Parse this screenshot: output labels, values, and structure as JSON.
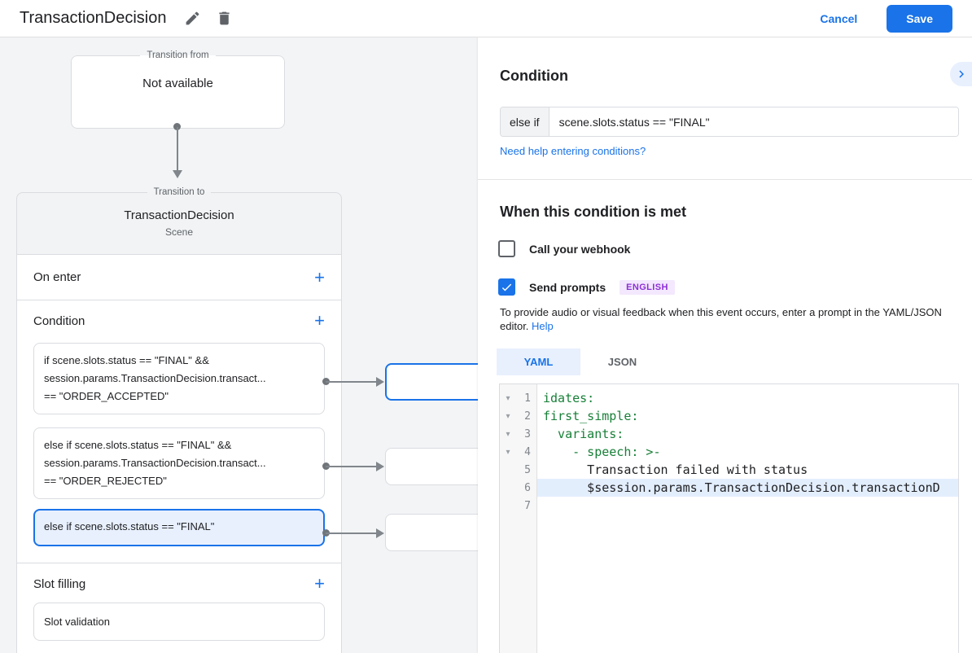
{
  "colors": {
    "accent_blue": "#1a73e8",
    "selected_bg": "#e8f0fe",
    "code_key_green": "#188038",
    "badge_bg": "#f3e8fd",
    "badge_text": "#8d2fd6"
  },
  "topbar": {
    "title": "TransactionDecision",
    "cancel_label": "Cancel",
    "save_label": "Save"
  },
  "diagram": {
    "transition_from": {
      "legend": "Transition from",
      "name": "Not available"
    },
    "transition_to": {
      "legend": "Transition to",
      "title": "TransactionDecision",
      "subtitle": "Scene",
      "sections": {
        "on_enter": "On enter",
        "condition": "Condition",
        "slot_filling": "Slot filling"
      },
      "conditions": [
        {
          "selected": false,
          "lines": [
            "if scene.slots.status == \"FINAL\" &&",
            "session.params.TransactionDecision.transact...",
            "== \"ORDER_ACCEPTED\""
          ]
        },
        {
          "selected": false,
          "lines": [
            "else if scene.slots.status == \"FINAL\" &&",
            "session.params.TransactionDecision.transact...",
            "== \"ORDER_REJECTED\""
          ]
        },
        {
          "selected": true,
          "lines": [
            "else if scene.slots.status == \"FINAL\""
          ]
        }
      ],
      "slot_card": "Slot validation"
    }
  },
  "panel": {
    "title": "Condition",
    "condition": {
      "prefix": "else if",
      "value": "scene.slots.status == \"FINAL\""
    },
    "help_link": "Need help entering conditions?",
    "when_met": {
      "heading": "When this condition is met",
      "webhook_label": "Call your webhook",
      "webhook_checked": false,
      "prompts_label": "Send prompts",
      "prompts_checked": true,
      "language_badge": "ENGLISH",
      "description": "To provide audio or visual feedback when this event occurs, enter a prompt in the YAML/JSON editor.",
      "help_label": "Help"
    },
    "editor": {
      "tabs": [
        {
          "label": "YAML",
          "active": true
        },
        {
          "label": "JSON",
          "active": false
        }
      ],
      "lines": [
        {
          "n": 1,
          "fold": true,
          "highlight": false,
          "kind": "key",
          "text": "idates:"
        },
        {
          "n": 2,
          "fold": true,
          "highlight": false,
          "kind": "key",
          "text": "first_simple:"
        },
        {
          "n": 3,
          "fold": true,
          "highlight": false,
          "kind": "key",
          "text": "  variants:"
        },
        {
          "n": 4,
          "fold": true,
          "highlight": false,
          "kind": "key",
          "text": "    - speech: >-"
        },
        {
          "n": 5,
          "fold": false,
          "highlight": false,
          "kind": "plain",
          "text": "      Transaction failed with status"
        },
        {
          "n": 6,
          "fold": false,
          "highlight": true,
          "kind": "plain",
          "text": "      $session.params.TransactionDecision.transactionD"
        },
        {
          "n": 7,
          "fold": false,
          "highlight": false,
          "kind": "plain",
          "text": ""
        }
      ]
    }
  }
}
